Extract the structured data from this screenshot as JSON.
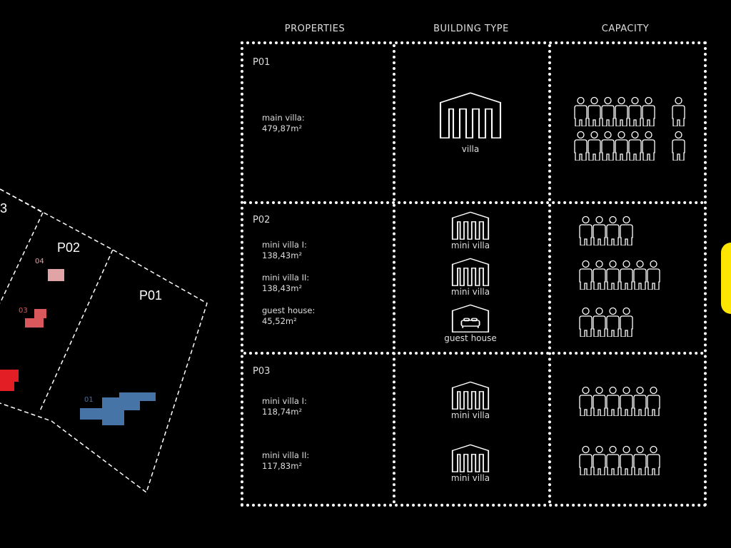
{
  "map": {
    "labels": [
      "3",
      "P02",
      "P01"
    ],
    "buildings": [
      {
        "id": "04",
        "color": "#e0a3a6"
      },
      {
        "id": "03",
        "color": "#d9585c"
      },
      {
        "id": "01",
        "color": "#4674a6"
      },
      {
        "id": "",
        "color": "#e31e24"
      }
    ]
  },
  "headers": {
    "properties": "PROPERTIES",
    "building_type": "BUILDING TYPE",
    "capacity": "CAPACITY"
  },
  "rows": [
    {
      "id": "P01",
      "items": [
        {
          "name": "main villa:",
          "area": "479,87m²",
          "type": "villa",
          "icon": "villa-icon",
          "capacity": [
            6,
            1,
            6,
            1
          ]
        }
      ]
    },
    {
      "id": "P02",
      "items": [
        {
          "name": "mini villa I:",
          "area": "138,43m²",
          "type": "mini villa",
          "icon": "villa-icon",
          "capacity": 4
        },
        {
          "name": "mini villa II:",
          "area": "138,43m²",
          "type": "mini villa",
          "icon": "villa-icon",
          "capacity": 6
        },
        {
          "name": "guest house:",
          "area": "45,52m²",
          "type": "guest house",
          "icon": "bed-house-icon",
          "capacity": 4
        }
      ]
    },
    {
      "id": "P03",
      "items": [
        {
          "name": "mini villa I:",
          "area": "118,74m²",
          "type": "mini villa",
          "icon": "villa-icon",
          "capacity": 6
        },
        {
          "name": "mini villa II:",
          "area": "117,83m²",
          "type": "mini villa",
          "icon": "villa-icon",
          "capacity": 6
        }
      ]
    }
  ],
  "accent": "#ffe600"
}
